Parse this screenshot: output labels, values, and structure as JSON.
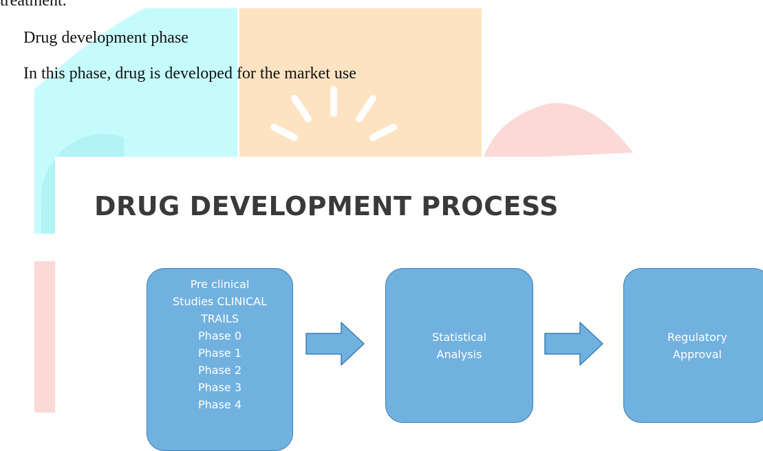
{
  "document": {
    "top_line": "treatment.",
    "heading": "Drug development phase",
    "description": "In this phase, drug is developed for the market use"
  },
  "slide": {
    "title": "DRUG DEVELOPMENT PROCESS",
    "steps": [
      {
        "lines": [
          "Pre clinical",
          "Studies CLINICAL",
          "TRAILS",
          "Phase 0",
          "Phase 1",
          "Phase 2",
          "Phase 3",
          "Phase 4"
        ]
      },
      {
        "lines": [
          "Statistical",
          "Analysis"
        ]
      },
      {
        "lines": [
          "Regulatory",
          "Approval"
        ]
      }
    ]
  },
  "colors": {
    "box_fill": "#71b1e0",
    "box_border": "#3b7cb3",
    "title_text": "#3a3a3a",
    "watermark_cyan": "#c6fbfc",
    "watermark_orange": "#fde3c2",
    "watermark_pink": "#fbd9d6"
  }
}
